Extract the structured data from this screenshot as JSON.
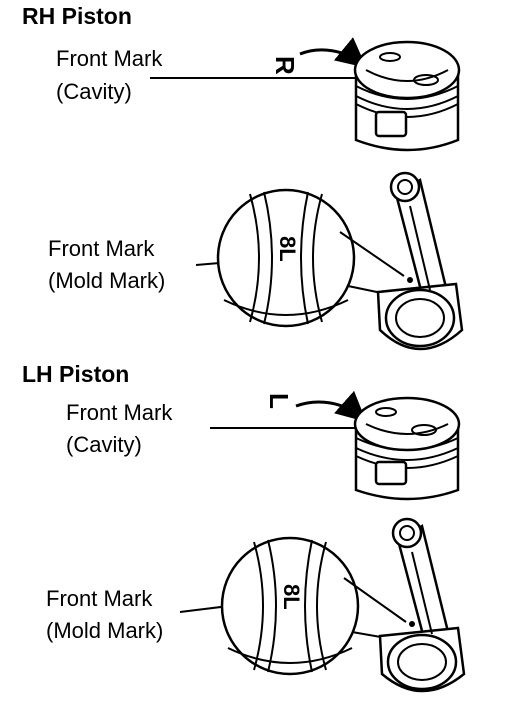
{
  "rh": {
    "heading": "RH Piston",
    "piston_label_1": "Front Mark",
    "piston_label_2": "(Cavity)",
    "piston_mark": "R",
    "rod_label_1": "Front Mark",
    "rod_label_2": "(Mold Mark)",
    "rod_mark": "8L"
  },
  "lh": {
    "heading": "LH Piston",
    "piston_label_1": "Front Mark",
    "piston_label_2": "(Cavity)",
    "piston_mark": "L",
    "rod_label_1": "Front Mark",
    "rod_label_2": "(Mold Mark)",
    "rod_mark": "8L"
  },
  "colors": {
    "ink": "#000000",
    "paper": "#ffffff"
  },
  "icons": [
    "piston-icon",
    "connecting-rod-icon",
    "magnifier-circle",
    "arrow-icon"
  ]
}
